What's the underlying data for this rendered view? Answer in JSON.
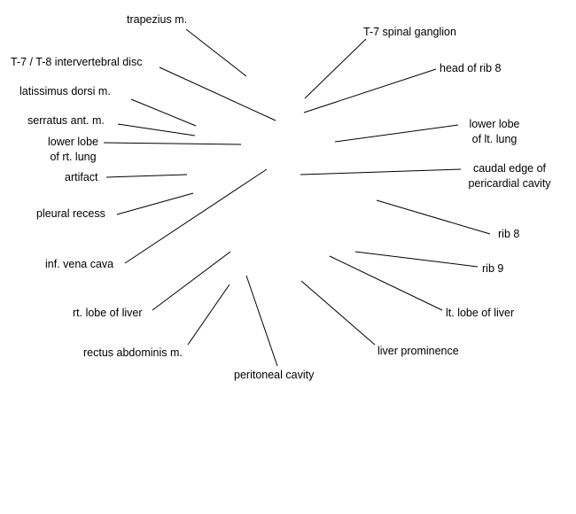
{
  "labels": {
    "trapezius": "trapezius m.",
    "t7_t8_disc": "T-7 / T-8 intervertebral disc",
    "latissimus": "latissimus dorsi m.",
    "serratus": "serratus ant. m.",
    "lower_lobe_rt_line1": "lower lobe",
    "lower_lobe_rt_line2": "of rt. lung",
    "artifact": "artifact",
    "pleural_recess": "pleural recess",
    "inf_vena_cava": "inf. vena cava",
    "rt_lobe_liver": "rt. lobe of liver",
    "rectus": "rectus abdominis m.",
    "peritoneal": "peritoneal cavity",
    "liver_prominence": "liver prominence",
    "lt_lobe_liver": "lt. lobe of liver",
    "rib9": "rib 9",
    "rib8": "rib 8",
    "caudal_line1": "caudal edge of",
    "caudal_line2": "pericardial cavity",
    "lower_lobe_lt_line1": "lower lobe",
    "lower_lobe_lt_line2": "of lt. lung",
    "head_rib8": "head of rib 8",
    "t7_ganglion": "T-7 spinal ganglion"
  }
}
